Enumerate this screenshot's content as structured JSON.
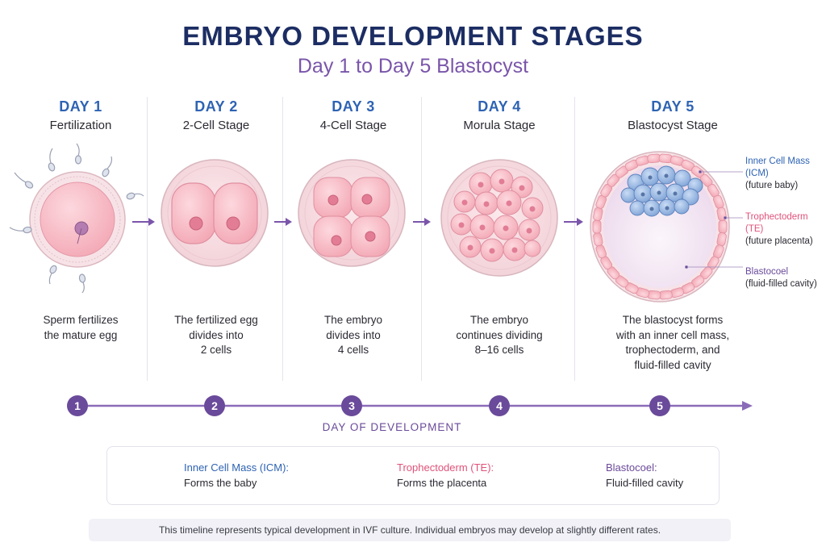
{
  "title": "EMBRYO DEVELOPMENT STAGES",
  "subtitle": "Day 1 to Day 5 Blastocyst",
  "stages": [
    {
      "day": "DAY 1",
      "name": "Fertilization",
      "desc_lines": [
        "Sperm fertilizes",
        "the mature egg"
      ]
    },
    {
      "day": "DAY 2",
      "name": "2-Cell Stage",
      "desc_lines": [
        "The fertilized egg",
        "divides into",
        "2 cells"
      ]
    },
    {
      "day": "DAY 3",
      "name": "4-Cell Stage",
      "desc_lines": [
        "The embryo",
        "divides into",
        "4 cells"
      ]
    },
    {
      "day": "DAY 4",
      "name": "Morula Stage",
      "desc_lines": [
        "The embryo",
        "continues dividing",
        "8–16 cells"
      ]
    },
    {
      "day": "DAY 5",
      "name": "Blastocyst Stage",
      "desc_lines": [
        "The blastocyst forms",
        "with an inner cell mass,",
        "trophectoderm, and",
        "fluid-filled cavity"
      ]
    }
  ],
  "annotations": {
    "icm": {
      "title_1": "Inner Cell Mass",
      "title_2": "(ICM)",
      "sub": "(future baby)",
      "color": "#2e63b3"
    },
    "te": {
      "title_1": "Trophectoderm",
      "title_2": "(TE)",
      "sub": "(future placenta)",
      "color": "#e0527a"
    },
    "blastocoel": {
      "title_1": "Blastocoel",
      "sub": "(fluid-filled cavity)",
      "color": "#6a4a9a"
    }
  },
  "timeline": {
    "numbers": [
      "1",
      "2",
      "3",
      "4",
      "5"
    ],
    "label": "DAY OF DEVELOPMENT"
  },
  "legend": {
    "icm": {
      "title": "Inner Cell Mass (ICM):",
      "sub": "Forms the baby",
      "color": "#2e63b3"
    },
    "te": {
      "title": "Trophectoderm (TE):",
      "sub": "Forms the placenta",
      "color": "#e0527a"
    },
    "blastocoel": {
      "title": "Blastocoel:",
      "sub": "Fluid-filled cavity",
      "color": "#6a4a9a"
    }
  },
  "footer": "This timeline represents typical development in IVF culture. Individual embryos may develop at slightly different rates."
}
